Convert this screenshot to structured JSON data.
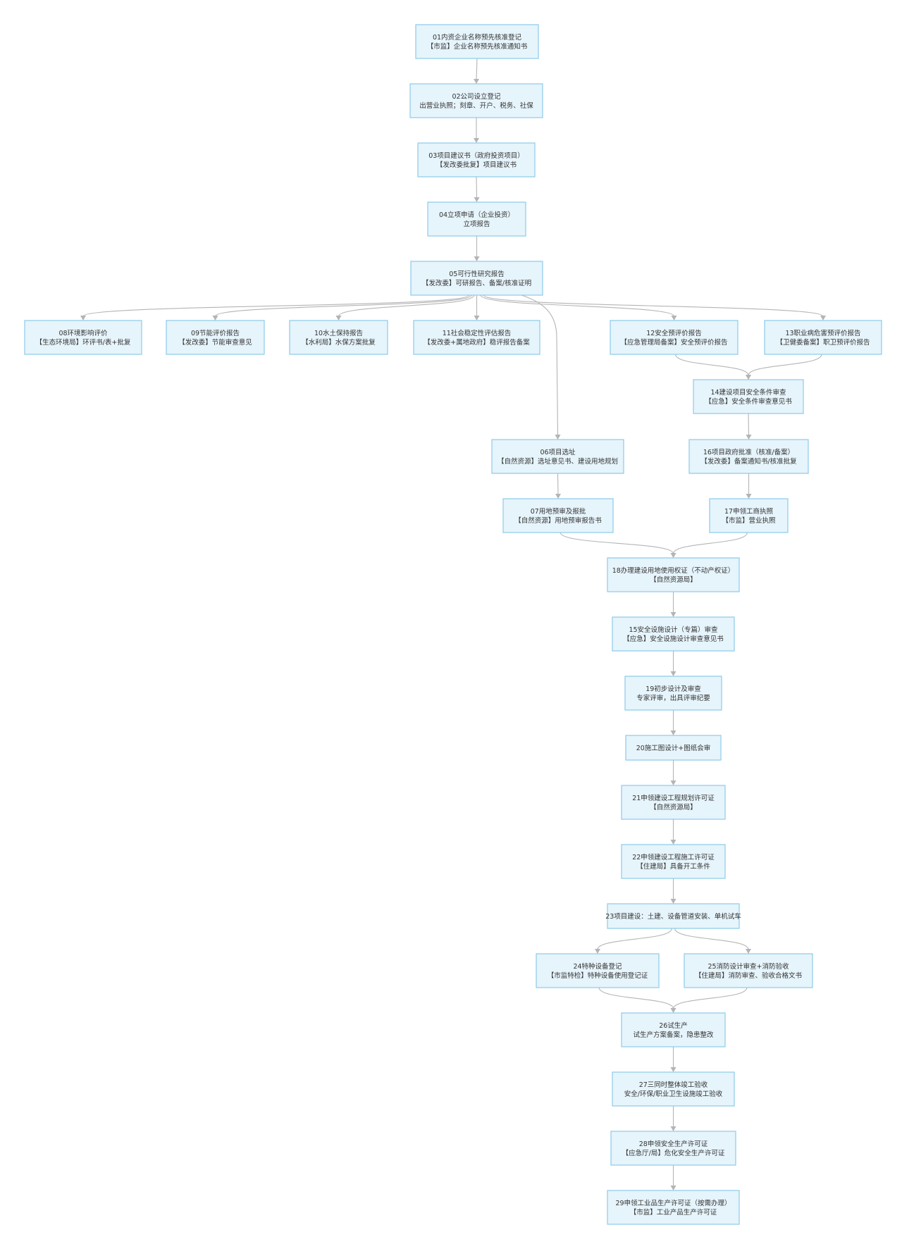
{
  "colors": {
    "node_fill": "#e6f4fb",
    "node_border": "#8ccae8",
    "edge": "#b4b4b4",
    "text": "#333333"
  },
  "nodes": [
    {
      "id": "n01",
      "line1": "01内资企业名称预先核准登记",
      "line2": "【市监】企业名称预先核准通知书"
    },
    {
      "id": "n02",
      "line1": "02公司设立登记",
      "line2": "出营业执照；刻章、开户、税务、社保"
    },
    {
      "id": "n03",
      "line1": "03项目建议书（政府投资项目）",
      "line2": "【发改委批复】项目建议书"
    },
    {
      "id": "n04",
      "line1": "04立项申请（企业投资）",
      "line2": "立项报告"
    },
    {
      "id": "n05",
      "line1": "05可行性研究报告",
      "line2": "【发改委】可研报告、备案/核准证明"
    },
    {
      "id": "n08",
      "line1": "08环境影响评价",
      "line2": "【生态环境局】环评书/表+批复"
    },
    {
      "id": "n09",
      "line1": "09节能评价报告",
      "line2": "【发改委】节能审查意见"
    },
    {
      "id": "n10",
      "line1": "10水土保持报告",
      "line2": "【水利局】水保方案批复"
    },
    {
      "id": "n11",
      "line1": "11社会稳定性评估报告",
      "line2": "【发改委+属地政府】稳评报告备案"
    },
    {
      "id": "n12",
      "line1": "12安全预评价报告",
      "line2": "【应急管理局备案】安全预评价报告"
    },
    {
      "id": "n13",
      "line1": "13职业病危害预评价报告",
      "line2": "【卫健委备案】职卫预评价报告"
    },
    {
      "id": "n14",
      "line1": "14建设项目安全条件审查",
      "line2": "【应急】安全条件审查意见书"
    },
    {
      "id": "n06",
      "line1": "06项目选址",
      "line2": "【自然资源】选址意见书、建设用地规划"
    },
    {
      "id": "n16",
      "line1": "16项目政府批准（核准/备案）",
      "line2": "【发改委】备案通知书/核准批复"
    },
    {
      "id": "n07",
      "line1": "07用地预审及报批",
      "line2": "【自然资源】用地预审报告书"
    },
    {
      "id": "n17",
      "line1": "17申领工商执照",
      "line2": "【市监】营业执照"
    },
    {
      "id": "n18",
      "line1": "18办理建设用地使用权证（不动产权证）",
      "line2": "【自然资源局】"
    },
    {
      "id": "n15",
      "line1": "15安全设施设计（专篇）审查",
      "line2": "【应急】安全设施设计审查意见书"
    },
    {
      "id": "n19",
      "line1": "19初步设计及审查",
      "line2": "专家评审，出具评审纪要"
    },
    {
      "id": "n20",
      "line1": "20施工图设计+图纸会审",
      "line2": ""
    },
    {
      "id": "n21",
      "line1": "21申领建设工程规划许可证",
      "line2": "【自然资源局】"
    },
    {
      "id": "n22",
      "line1": "22申领建设工程施工许可证",
      "line2": "【住建局】具备开工条件"
    },
    {
      "id": "n23",
      "line1": "23项目建设：土建、设备管道安装、单机试车",
      "line2": ""
    },
    {
      "id": "n24",
      "line1": "24特种设备登记",
      "line2": "【市监特检】特种设备使用登记证"
    },
    {
      "id": "n25",
      "line1": "25消防设计审查+消防验收",
      "line2": "【住建局】消防审查、验收合格文书"
    },
    {
      "id": "n26",
      "line1": "26试生产",
      "line2": "试生产方案备案，隐患整改"
    },
    {
      "id": "n27",
      "line1": "27三同时整体竣工验收",
      "line2": "安全/环保/职业卫生设施竣工验收"
    },
    {
      "id": "n28",
      "line1": "28申领安全生产许可证",
      "line2": "【应急厅/局】危化安全生产许可证"
    },
    {
      "id": "n29",
      "line1": "29申领工业品生产许可证（按需办理）",
      "line2": "【市监】工业产品生产许可证"
    }
  ],
  "edges": [
    [
      "n01",
      "n02"
    ],
    [
      "n02",
      "n03"
    ],
    [
      "n03",
      "n04"
    ],
    [
      "n04",
      "n05"
    ],
    [
      "n05",
      "n08"
    ],
    [
      "n05",
      "n09"
    ],
    [
      "n05",
      "n10"
    ],
    [
      "n05",
      "n11"
    ],
    [
      "n05",
      "n06"
    ],
    [
      "n05",
      "n12"
    ],
    [
      "n05",
      "n13"
    ],
    [
      "n12",
      "n14"
    ],
    [
      "n13",
      "n14"
    ],
    [
      "n14",
      "n16"
    ],
    [
      "n16",
      "n17"
    ],
    [
      "n06",
      "n07"
    ],
    [
      "n07",
      "n18"
    ],
    [
      "n17",
      "n18"
    ],
    [
      "n18",
      "n15"
    ],
    [
      "n15",
      "n19"
    ],
    [
      "n19",
      "n20"
    ],
    [
      "n20",
      "n21"
    ],
    [
      "n21",
      "n22"
    ],
    [
      "n22",
      "n23"
    ],
    [
      "n23",
      "n24"
    ],
    [
      "n23",
      "n25"
    ],
    [
      "n24",
      "n26"
    ],
    [
      "n25",
      "n26"
    ],
    [
      "n26",
      "n27"
    ],
    [
      "n27",
      "n28"
    ],
    [
      "n28",
      "n29"
    ]
  ]
}
